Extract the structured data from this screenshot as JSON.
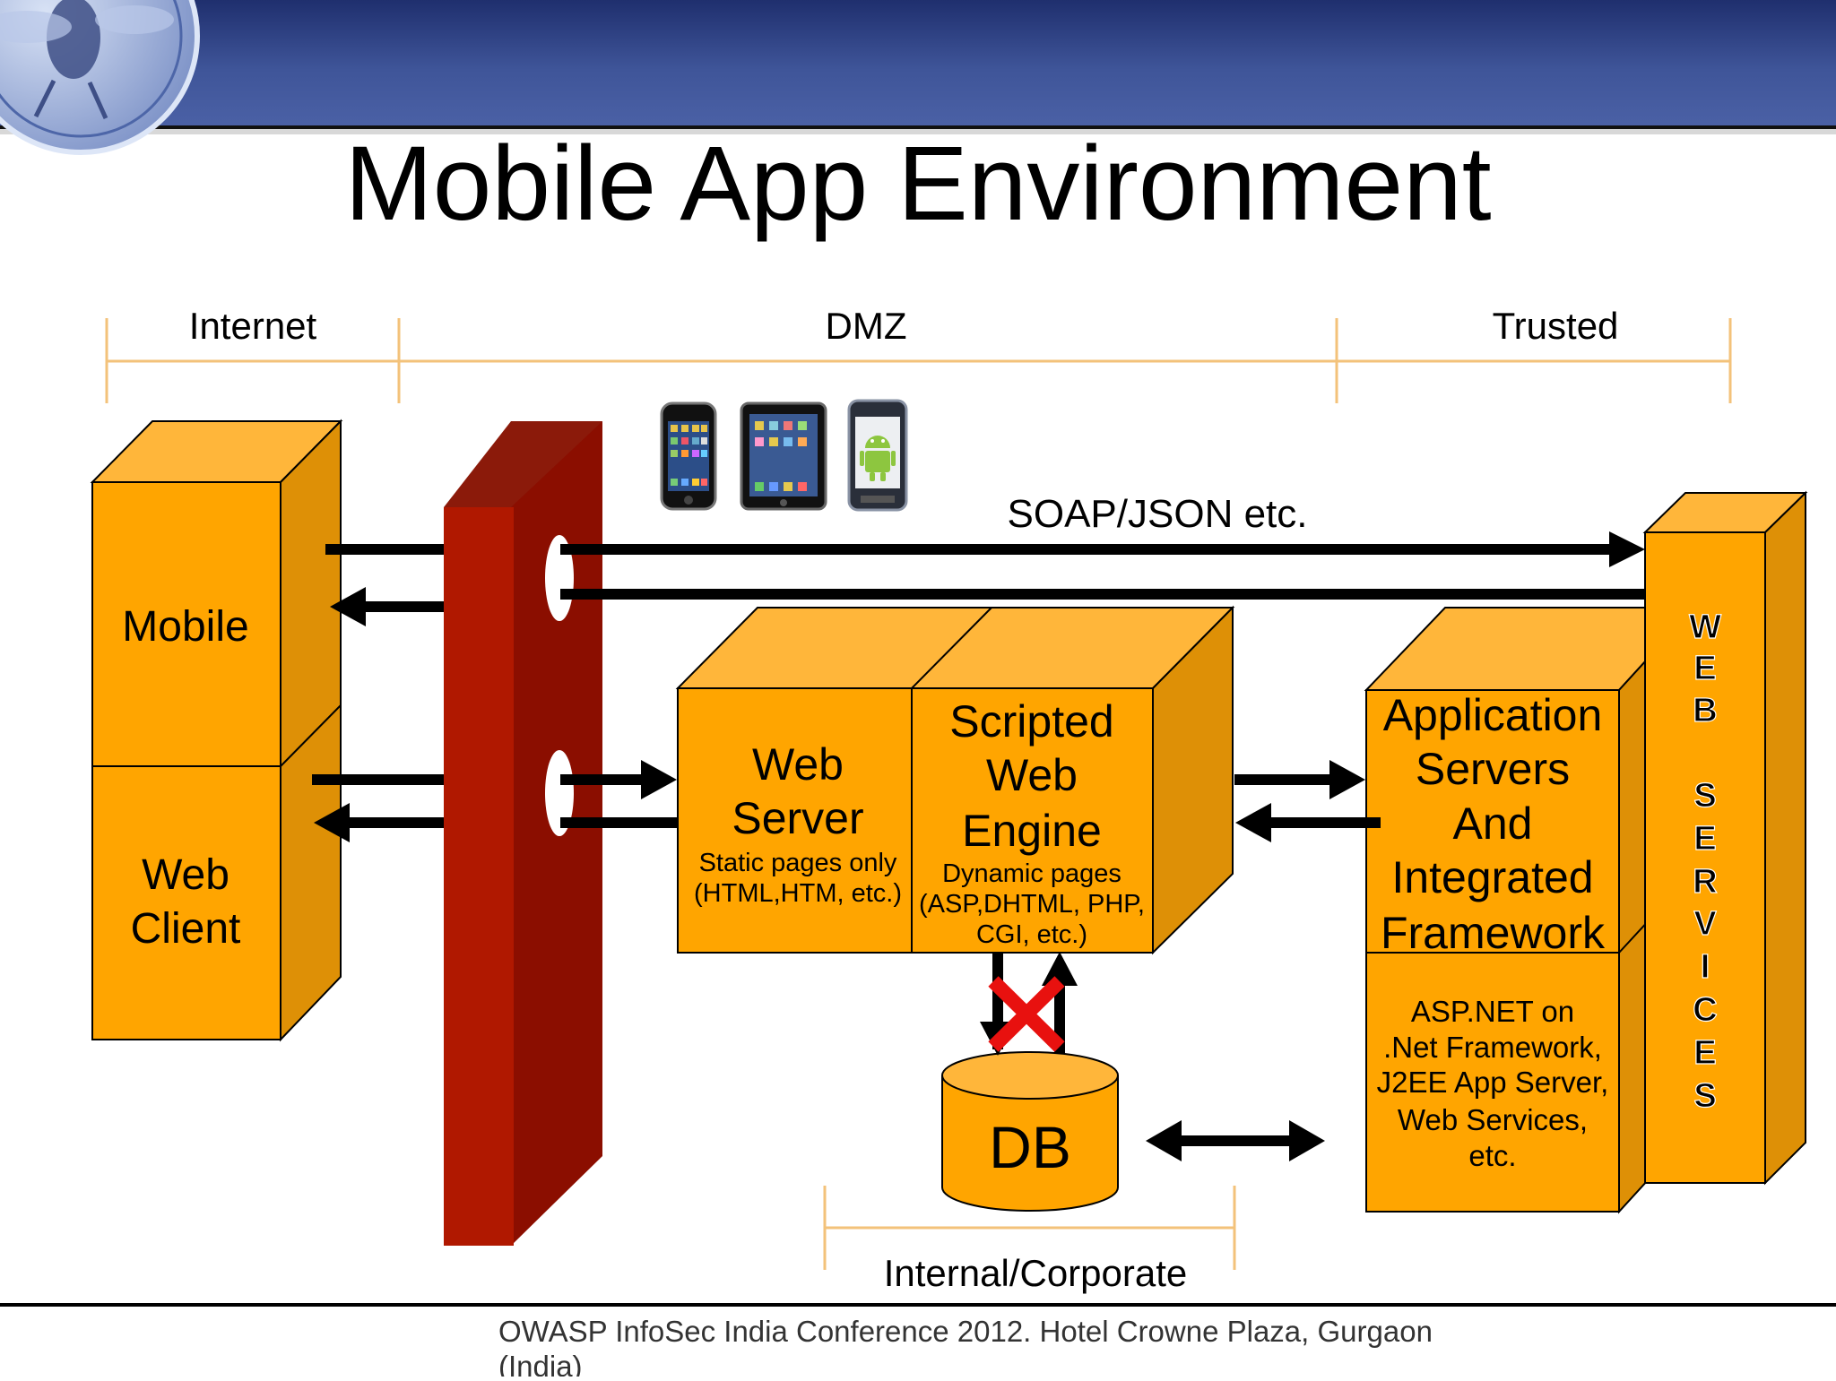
{
  "slide": {
    "title": "Mobile App Environment",
    "footer_line1": "OWASP InfoSec India Conference 2012. Hotel Crowne Plaza, Gurgaon",
    "footer_line2": "(India)"
  },
  "zones": {
    "internet": "Internet",
    "dmz": "DMZ",
    "trusted": "Trusted",
    "internal": "Internal/Corporate"
  },
  "blocks": {
    "mobile": "Mobile",
    "web_client": [
      "Web",
      "Client"
    ],
    "web_server": {
      "title": [
        "Web",
        "Server"
      ],
      "sub": [
        "Static pages only",
        "(HTML,HTM, etc.)"
      ]
    },
    "script_engine": {
      "title": [
        "Scripted",
        "Web",
        "Engine"
      ],
      "sub": [
        "Dynamic pages",
        "(ASP,DHTML, PHP,",
        "CGI, etc.)"
      ]
    },
    "app_servers": {
      "title": [
        "Application",
        "Servers",
        "And",
        "Integrated",
        "Framework"
      ],
      "sub": [
        "ASP.NET on",
        ".Net Framework,",
        "J2EE App Server,",
        "Web Services,",
        "etc."
      ]
    },
    "db": "DB",
    "web_services": [
      "W",
      "E",
      "B",
      "",
      "S",
      "E",
      "R",
      "V",
      "I",
      "C",
      "E",
      "S"
    ]
  },
  "labels": {
    "protocol": "SOAP/JSON etc."
  },
  "colors": {
    "box_front": "#FFA500",
    "box_side": "#DE9006",
    "box_top": "#FFB63A",
    "firewall_front": "#B01800",
    "firewall_side": "#8B0E00",
    "header_blue": "#3F5599",
    "zone_line": "#F3C27A",
    "blocked_x": "#E8110F"
  },
  "icons": [
    "iphone-icon",
    "ipad-icon",
    "android-phone-icon"
  ]
}
